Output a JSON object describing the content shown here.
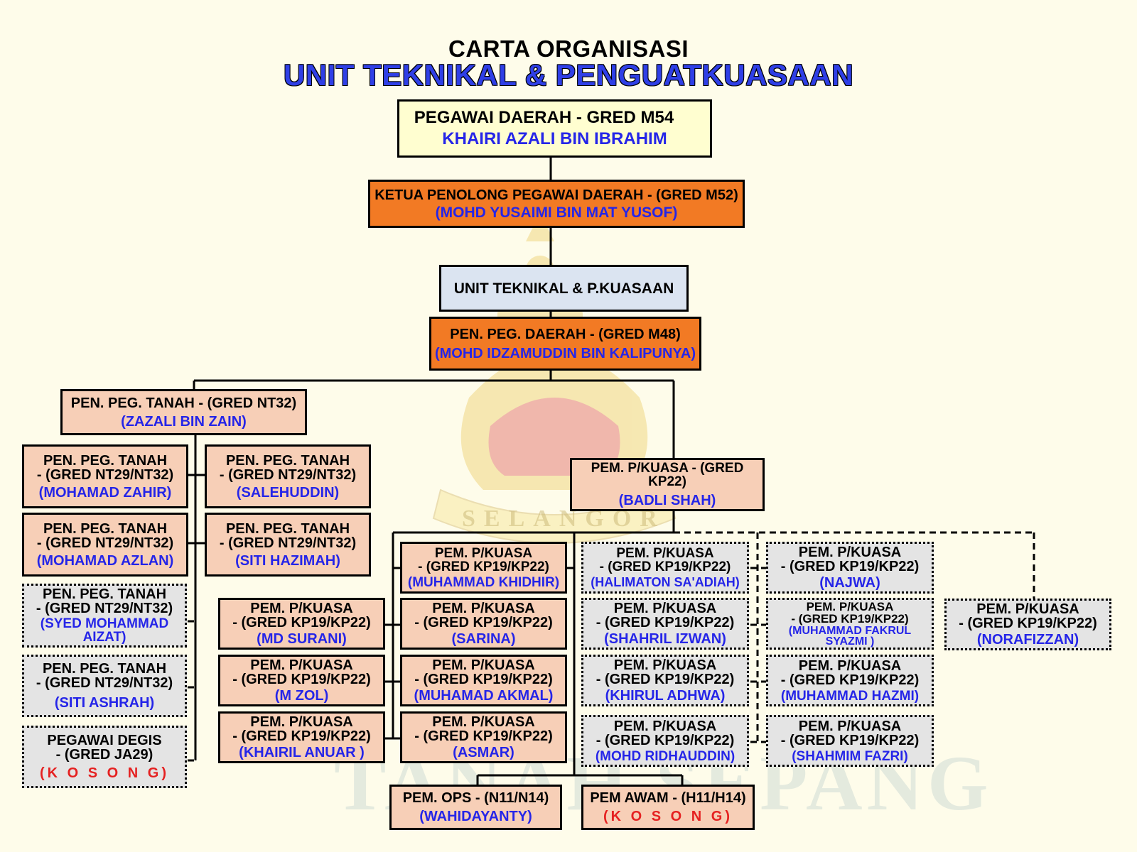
{
  "header": {
    "title": "CARTA ORGANISASI",
    "subtitle": "UNIT TEKNIKAL & PENGUATKUASAAN"
  },
  "watermark": {
    "banner": "SELANGOR",
    "bottom_text": "TANAH SEPANG"
  },
  "nodes": {
    "pegawai_daerah": {
      "title": "PEGAWAI DAERAH - GRED M54",
      "name": "KHAIRI AZALI BIN IBRAHIM"
    },
    "ketua_penolong": {
      "title": "KETUA PENOLONG PEGAWAI DAERAH - (GRED M52)",
      "name": "(MOHD YUSAIMI BIN MAT YUSOF)"
    },
    "unit": {
      "title": "UNIT TEKNIKAL & P.KUASAAN"
    },
    "pen_peg_daerah": {
      "title": "PEN. PEG. DAERAH - (GRED M48)",
      "name": "(MOHD IDZAMUDDIN BIN KALIPUNYA)"
    },
    "pen_peg_tanah_nt32": {
      "title": "PEN. PEG. TANAH - (GRED NT32)",
      "name": "(ZAZALI BIN ZAIN)"
    },
    "pem_pkuasa_kp22": {
      "title": "PEM. P/KUASA - (GRED KP22)",
      "name": "(BADLI SHAH)"
    },
    "ppt_zahir": {
      "line1": "PEN. PEG. TANAH",
      "line2": "- (GRED NT29/NT32)",
      "name": "(MOHAMAD ZAHIR)"
    },
    "ppt_salehuddin": {
      "line1": "PEN. PEG. TANAH",
      "line2": "- (GRED NT29/NT32)",
      "name": "(SALEHUDDIN)"
    },
    "ppt_azlan": {
      "line1": "PEN. PEG. TANAH",
      "line2": "- (GRED NT29/NT32)",
      "name": "(MOHAMAD AZLAN)"
    },
    "ppt_hazimah": {
      "line1": "PEN. PEG. TANAH",
      "line2": "- (GRED NT29/NT32)",
      "name": "(SITI HAZIMAH)"
    },
    "ppt_aizat": {
      "line1": "PEN. PEG. TANAH",
      "line2": "- (GRED NT29/NT32)",
      "name": "(SYED MOHAMMAD AIZAT)"
    },
    "ppt_ashrah": {
      "line1": "PEN. PEG. TANAH",
      "line2": "- (GRED NT29/NT32)",
      "name": "(SITI ASHRAH)"
    },
    "pegawai_degis": {
      "line1": "PEGAWAI DEGIS",
      "line2": "- (GRED JA29)",
      "name": "(K O S O N G)"
    },
    "pk_md_surani": {
      "line1": "PEM. P/KUASA",
      "line2": "- (GRED KP19/KP22)",
      "name": "(MD SURANI)"
    },
    "pk_m_zol": {
      "line1": "PEM. P/KUASA",
      "line2": "- (GRED KP19/KP22)",
      "name": "(M ZOL)"
    },
    "pk_khairil": {
      "line1": "PEM. P/KUASA",
      "line2": "- (GRED KP19/KP22)",
      "name": "(KHAIRIL ANUAR )"
    },
    "pk_khidhir": {
      "line1": "PEM. P/KUASA",
      "line2": "- (GRED KP19/KP22)",
      "name": "(MUHAMMAD KHIDHIR)"
    },
    "pk_sarina": {
      "line1": "PEM. P/KUASA",
      "line2": "- (GRED KP19/KP22)",
      "name": "(SARINA)"
    },
    "pk_akmal": {
      "line1": "PEM. P/KUASA",
      "line2": "- (GRED KP19/KP22)",
      "name": "(MUHAMAD AKMAL)"
    },
    "pk_asmar": {
      "line1": "PEM. P/KUASA",
      "line2": "- (GRED KP19/KP22)",
      "name": "(ASMAR)"
    },
    "pk_halimaton": {
      "line1": "PEM. P/KUASA",
      "line2": "- (GRED KP19/KP22)",
      "name": "(HALIMATON SA'ADIAH)"
    },
    "pk_shahril": {
      "line1": "PEM. P/KUASA",
      "line2": "- (GRED KP19/KP22)",
      "name": "(SHAHRIL IZWAN)"
    },
    "pk_khirul": {
      "line1": "PEM. P/KUASA",
      "line2": "- (GRED KP19/KP22)",
      "name": "(KHIRUL ADHWA)"
    },
    "pk_ridhauddin": {
      "line1": "PEM. P/KUASA",
      "line2": "- (GRED KP19/KP22)",
      "name": "(MOHD RIDHAUDDIN)"
    },
    "pk_najwa": {
      "line1": "PEM. P/KUASA",
      "line2": "- (GRED KP19/KP22)",
      "name": "(NAJWA)"
    },
    "pk_fakrul": {
      "line1": "PEM. P/KUASA",
      "line2": "- (GRED KP19/KP22)",
      "name": "(MUHAMMAD FAKRUL SYAZMI )"
    },
    "pk_hazmi": {
      "line1": "PEM. P/KUASA",
      "line2": "- (GRED KP19/KP22)",
      "name": "(MUHAMMAD HAZMI)"
    },
    "pk_shahmim": {
      "line1": "PEM. P/KUASA",
      "line2": "- (GRED KP19/KP22)",
      "name": "(SHAHMIM FAZRI)"
    },
    "pk_norafizzan": {
      "line1": "PEM. P/KUASA",
      "line2": "- (GRED KP19/KP22)",
      "name": "(NORAFIZZAN)"
    },
    "pem_ops": {
      "title": "PEM. OPS - (N11/N14)",
      "name": "(WAHIDAYANTY)"
    },
    "pem_awam": {
      "title": "PEM AWAM - (H11/H14)",
      "name": "(K O S O N G)"
    }
  }
}
